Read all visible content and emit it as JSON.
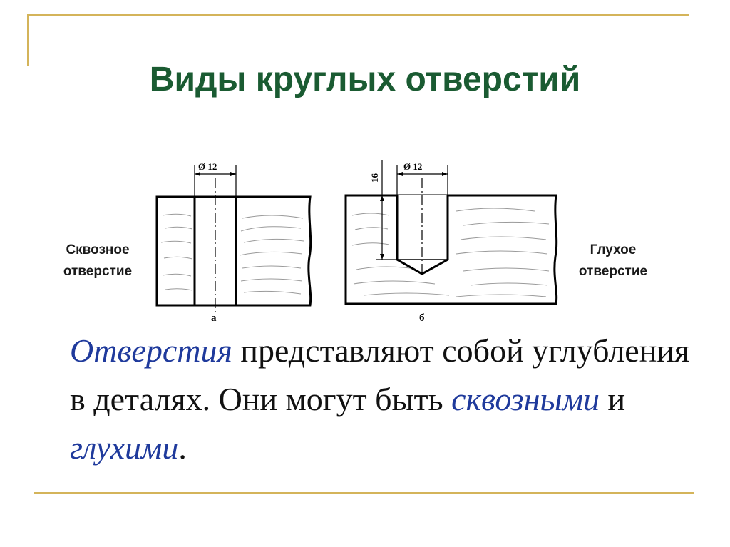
{
  "title": "Виды круглых отверстий",
  "captions": {
    "left_line1": "Сквозное",
    "left_line2": "отверстие",
    "right_line1": "Глухое",
    "right_line2": "отверстие"
  },
  "diagram": {
    "through_dim": "Ø 12",
    "blind_dim": "Ø 12",
    "depth_dim": "16",
    "label_a": "а",
    "label_b": "б"
  },
  "body": {
    "term": "Отверстия",
    "text1": " представляют собой углубления в деталях. Они могут быть ",
    "term2": "сквозными",
    "text2": " и ",
    "term3": "глухими",
    "text3": "."
  },
  "colors": {
    "title": "#1a5b32",
    "emphasis": "#1f3a9c",
    "rule": "#d4b45a"
  }
}
